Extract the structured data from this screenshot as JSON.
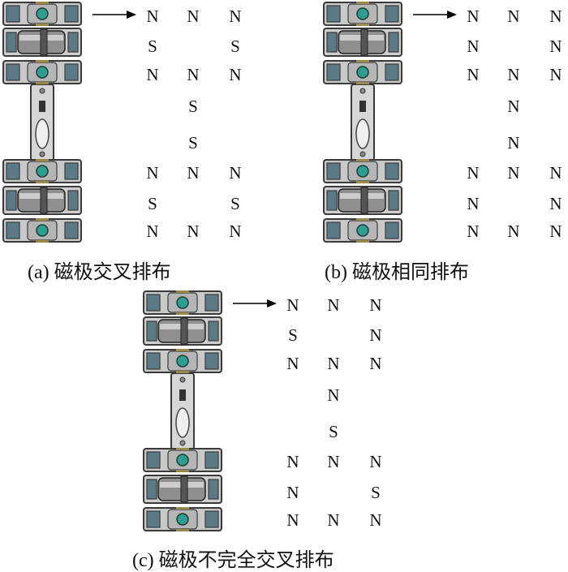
{
  "figure": {
    "panels": [
      {
        "id": "a",
        "caption": "(a)  磁极交叉排布",
        "poles": [
          [
            "N",
            "N",
            "N"
          ],
          [
            "S",
            "",
            "S"
          ],
          [
            "N",
            "N",
            "N"
          ],
          [
            "",
            "S",
            ""
          ],
          [
            "",
            "S",
            ""
          ],
          [
            "N",
            "N",
            "N"
          ],
          [
            "S",
            "",
            "S"
          ],
          [
            "N",
            "N",
            "N"
          ]
        ]
      },
      {
        "id": "b",
        "caption": "(b)  磁极相同排布",
        "poles": [
          [
            "N",
            "N",
            "N"
          ],
          [
            "N",
            "",
            "N"
          ],
          [
            "N",
            "N",
            "N"
          ],
          [
            "",
            "N",
            ""
          ],
          [
            "",
            "N",
            ""
          ],
          [
            "N",
            "N",
            "N"
          ],
          [
            "N",
            "",
            "N"
          ],
          [
            "N",
            "N",
            "N"
          ]
        ]
      },
      {
        "id": "c",
        "caption": "(c)  磁极不完全交叉排布",
        "poles": [
          [
            "N",
            "N",
            "N"
          ],
          [
            "S",
            "",
            "N"
          ],
          [
            "N",
            "N",
            "N"
          ],
          [
            "",
            "N",
            ""
          ],
          [
            "",
            "S",
            ""
          ],
          [
            "N",
            "N",
            "N"
          ],
          [
            "N",
            "",
            "S"
          ],
          [
            "N",
            "N",
            "N"
          ]
        ]
      }
    ],
    "colors": {
      "frame": "#3a3a3a",
      "body_fill": "#c9c9c9",
      "pad_fill": "#5b7a86",
      "wheel_fill": "#2f9e8e",
      "link_fill": "#d6d6d6",
      "arrow": "#000000"
    }
  }
}
